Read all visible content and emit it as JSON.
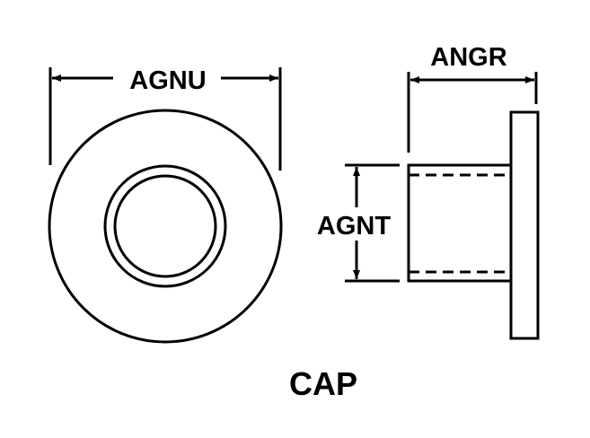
{
  "title": "CAP",
  "dimensions": {
    "outer_diameter": "AGNU",
    "body_length": "ANGR",
    "body_diameter": "AGNT"
  },
  "colors": {
    "line": "#000000",
    "background": "#ffffff"
  }
}
